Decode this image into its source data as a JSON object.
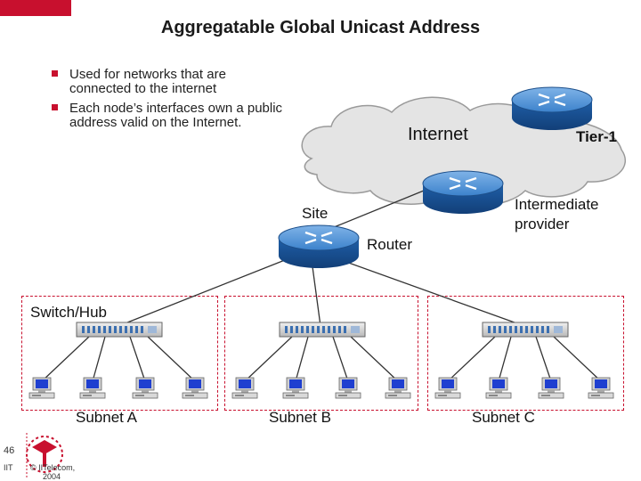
{
  "title": "Aggregatable Global Unicast Address",
  "bullets": [
    "Used for networks that are connected to the internet",
    "Each node’s interfaces own a public address valid on the Internet."
  ],
  "labels": {
    "internet": "Internet",
    "tier1": "Tier-1",
    "intermediate_line1": "Intermediate",
    "intermediate_line2": "provider",
    "site": "Site",
    "router": "Router",
    "switch_hub": "Switch/Hub",
    "subnet_a": "Subnet A",
    "subnet_b": "Subnet B",
    "subnet_c": "Subnet C"
  },
  "footer": {
    "page_number": "46",
    "org_short": "IIT",
    "copyright_line1": "© IITelecom,",
    "copyright_line2": "2004"
  },
  "colors": {
    "accent": "#c8102e",
    "router": "#2a6fb8",
    "cloud": "#e4e4e4",
    "monitor_screen": "#1f3fd0"
  },
  "icons": [
    "router-icon",
    "switch-icon",
    "computer-icon",
    "cloud-icon",
    "logo-icon"
  ]
}
